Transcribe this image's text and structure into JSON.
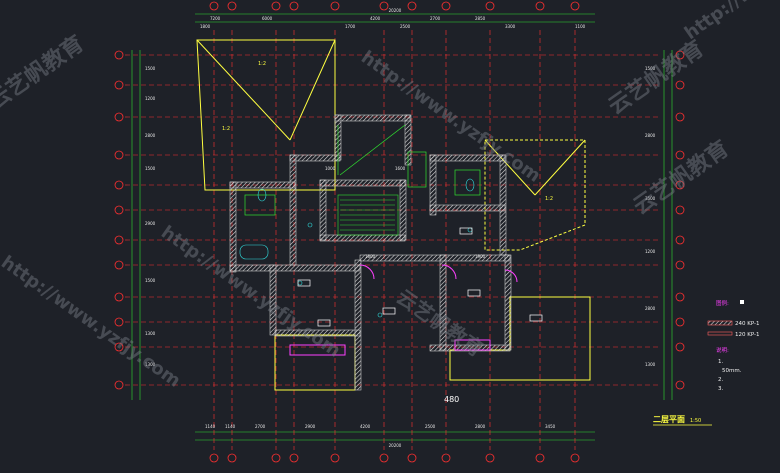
{
  "drawing": {
    "title": "二层平面",
    "scale": "1:50",
    "overall_top": "20200",
    "overall_bottom": "20200",
    "top_dims": [
      "7200",
      "6000",
      "4200",
      "2700",
      "2850"
    ],
    "top_dims_inner": [
      "1800",
      "1700",
      "2500",
      "3300",
      "1100"
    ],
    "bottom_dims": [
      "1140",
      "1140",
      "2700",
      "2900",
      "4200",
      "2500",
      "2800",
      "3450"
    ],
    "left_dims": [
      "1500",
      "1200",
      "2800",
      "1500",
      "2900",
      "1500",
      "1300",
      "1300"
    ],
    "right_dims": [
      "1500",
      "2800",
      "3500",
      "1200",
      "2800",
      "1300"
    ],
    "room_marks": [
      "1600",
      "1000",
      "1800",
      "1900"
    ],
    "center_label": "480",
    "slopes": [
      "1:2",
      "1:2",
      "1:2"
    ]
  },
  "legend": {
    "heading": "图例:",
    "items": [
      {
        "label": "240  KP-1"
      },
      {
        "label": "120  KP-1"
      }
    ],
    "notes_heading": "说明:",
    "notes": [
      "1.",
      "50mm.",
      "2.",
      "3."
    ]
  },
  "watermark": {
    "url": "http://www.yzfjy.com",
    "brand": "云艺帆教育"
  },
  "colors": {
    "background": "#1e2128",
    "axis": "#ff3030",
    "wall": "#c8c8c8",
    "roof": "#ffff40",
    "green": "#30e030",
    "cyan": "#30e0e0",
    "magenta": "#ff40ff"
  }
}
